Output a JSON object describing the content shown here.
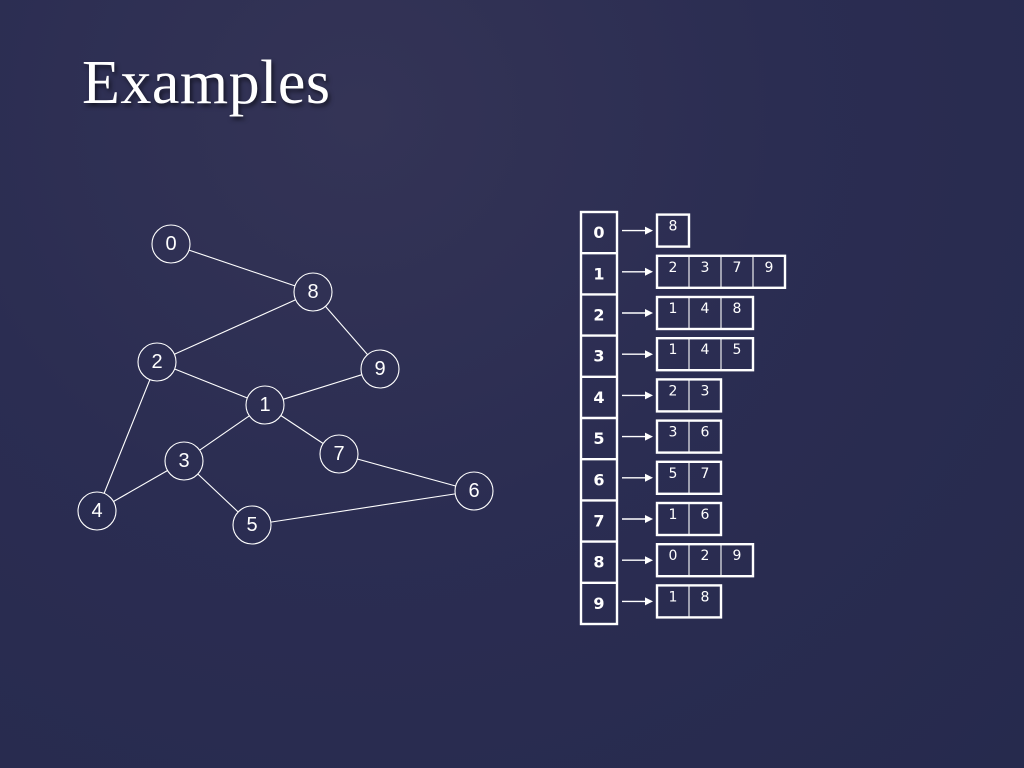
{
  "slide": {
    "title": "Examples"
  },
  "graph": {
    "nodes": [
      {
        "id": "0",
        "label": "0"
      },
      {
        "id": "8",
        "label": "8"
      },
      {
        "id": "2",
        "label": "2"
      },
      {
        "id": "9",
        "label": "9"
      },
      {
        "id": "1",
        "label": "1"
      },
      {
        "id": "7",
        "label": "7"
      },
      {
        "id": "3",
        "label": "3"
      },
      {
        "id": "6",
        "label": "6"
      },
      {
        "id": "4",
        "label": "4"
      },
      {
        "id": "5",
        "label": "5"
      }
    ],
    "edges": [
      [
        "0",
        "8"
      ],
      [
        "8",
        "2"
      ],
      [
        "8",
        "9"
      ],
      [
        "2",
        "1"
      ],
      [
        "2",
        "4"
      ],
      [
        "1",
        "9"
      ],
      [
        "1",
        "7"
      ],
      [
        "1",
        "3"
      ],
      [
        "3",
        "4"
      ],
      [
        "3",
        "5"
      ],
      [
        "7",
        "6"
      ],
      [
        "5",
        "6"
      ]
    ]
  },
  "adjacency_list": [
    {
      "index": "0",
      "neighbors": [
        "8"
      ]
    },
    {
      "index": "1",
      "neighbors": [
        "2",
        "3",
        "7",
        "9"
      ]
    },
    {
      "index": "2",
      "neighbors": [
        "1",
        "4",
        "8"
      ]
    },
    {
      "index": "3",
      "neighbors": [
        "1",
        "4",
        "5"
      ]
    },
    {
      "index": "4",
      "neighbors": [
        "2",
        "3"
      ]
    },
    {
      "index": "5",
      "neighbors": [
        "3",
        "6"
      ]
    },
    {
      "index": "6",
      "neighbors": [
        "5",
        "7"
      ]
    },
    {
      "index": "7",
      "neighbors": [
        "1",
        "6"
      ]
    },
    {
      "index": "8",
      "neighbors": [
        "0",
        "2",
        "9"
      ]
    },
    {
      "index": "9",
      "neighbors": [
        "1",
        "8"
      ]
    }
  ]
}
